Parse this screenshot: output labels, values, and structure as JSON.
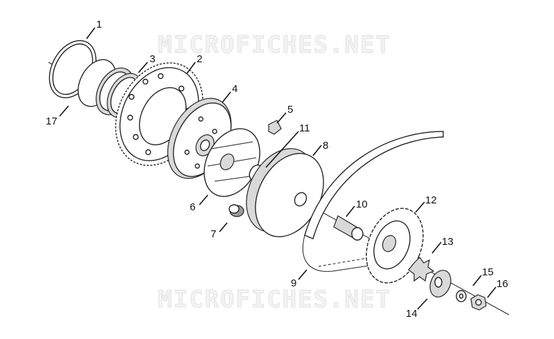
{
  "watermarks": [
    "MICROFICHES.NET",
    "MICROFICHES.NET"
  ],
  "callouts": [
    {
      "id": "1",
      "label": "1"
    },
    {
      "id": "2",
      "label": "2"
    },
    {
      "id": "3",
      "label": "3"
    },
    {
      "id": "4",
      "label": "4"
    },
    {
      "id": "5",
      "label": "5"
    },
    {
      "id": "6",
      "label": "6"
    },
    {
      "id": "7",
      "label": "7"
    },
    {
      "id": "8",
      "label": "8"
    },
    {
      "id": "9",
      "label": "9"
    },
    {
      "id": "10",
      "label": "10"
    },
    {
      "id": "11",
      "label": "11"
    },
    {
      "id": "12",
      "label": "12"
    },
    {
      "id": "13",
      "label": "13"
    },
    {
      "id": "14",
      "label": "14"
    },
    {
      "id": "15",
      "label": "15"
    },
    {
      "id": "16",
      "label": "16"
    },
    {
      "id": "17",
      "label": "17"
    }
  ]
}
